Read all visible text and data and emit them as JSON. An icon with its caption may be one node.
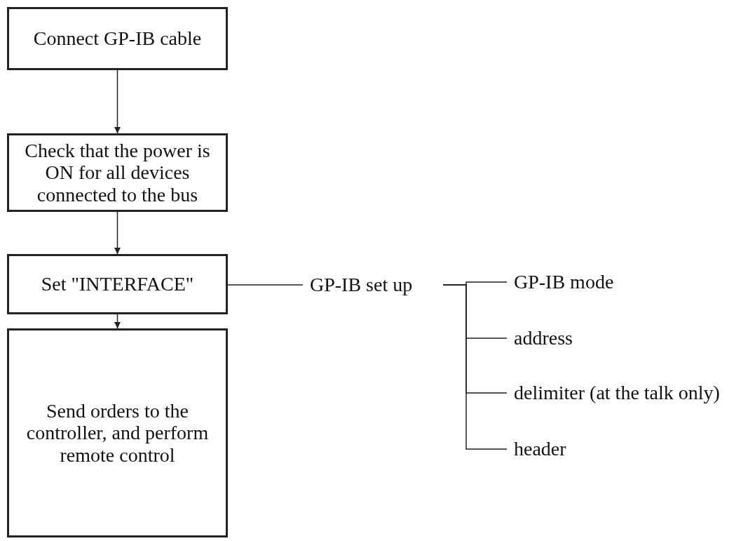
{
  "diagram": {
    "nodes": [
      {
        "text": [
          "Connect GP-IB cable"
        ]
      },
      {
        "text": [
          "Check that the power is ON for all devices connected to the bus"
        ]
      },
      {
        "text": [
          "Set \"INTERFACE\""
        ]
      },
      {
        "text": [
          "Send orders to the controller, and perform remote control"
        ]
      },
      {
        "text": [
          "GP-IB set up"
        ]
      },
      {
        "text": [
          "GP-IB mode"
        ]
      },
      {
        "text": [
          "address"
        ]
      },
      {
        "text": [
          "delimiter (at the talk only)"
        ]
      },
      {
        "text": [
          "header"
        ]
      }
    ],
    "edges": [
      {
        "from": 0,
        "to": 1,
        "arrow": "to"
      },
      {
        "from": 1,
        "to": 2,
        "arrow": "to"
      },
      {
        "from": 2,
        "to": 3,
        "arrow": "to"
      },
      {
        "from": 2,
        "to": 4,
        "arrow": "none"
      },
      {
        "from": 4,
        "to": 5,
        "arrow": "none"
      },
      {
        "from": 4,
        "to": 6,
        "arrow": "none"
      },
      {
        "from": 4,
        "to": 7,
        "arrow": "none"
      },
      {
        "from": 4,
        "to": 8,
        "arrow": "none"
      }
    ]
  }
}
